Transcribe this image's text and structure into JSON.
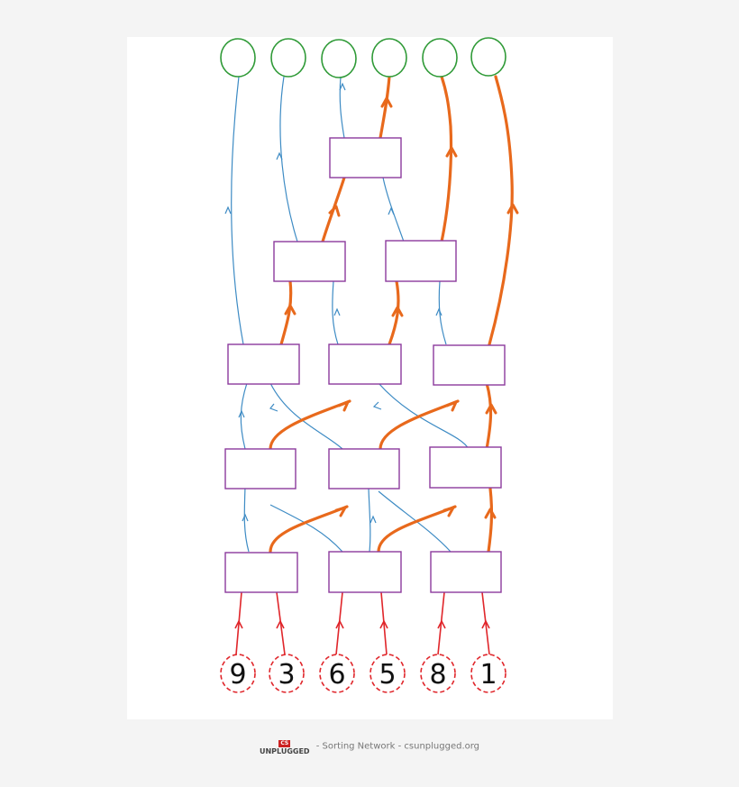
{
  "inputs": [
    "9",
    "3",
    "6",
    "5",
    "8",
    "1"
  ],
  "outputs": [
    "",
    "",
    "",
    "",
    "",
    ""
  ],
  "footer": {
    "logo_cs": "CS",
    "logo_unplugged": "UNPLUGGED",
    "caption": "- Sorting Network - csunplugged.org"
  },
  "colors": {
    "input_circle": "#e0262b",
    "output_circle": "#2f9a37",
    "comparator_box": "#8b3a9c",
    "path_thin": "#3d8bc4",
    "path_highlight": "#e8691c",
    "input_arrow": "#e0262b"
  }
}
